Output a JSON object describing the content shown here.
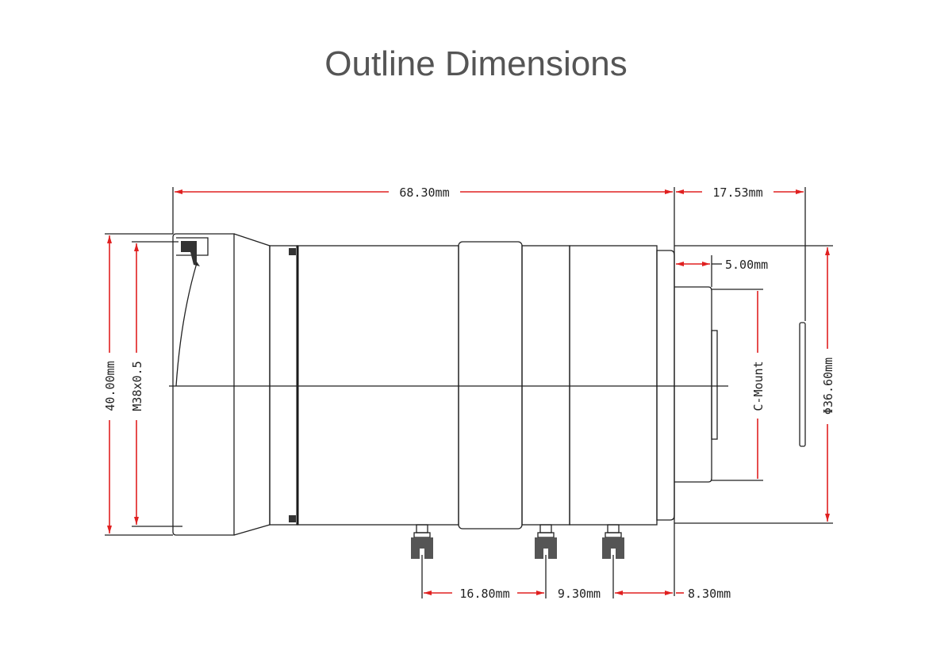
{
  "title": "Outline Dimensions",
  "dimensions": {
    "overall_length": "68.30mm",
    "back_length": "17.53mm",
    "flange_depth": "5.00mm",
    "outer_diameter": "40.00mm",
    "filter_thread": "M38x0.5",
    "mount": "C-Mount",
    "rear_diameter": "Φ36.60mm",
    "screw_spacing_1": "16.80mm",
    "screw_spacing_2": "9.30mm",
    "screw_to_flange": "8.30mm"
  },
  "colors": {
    "dimension": "#e02020",
    "outline": "#222222",
    "title": "#555555"
  }
}
